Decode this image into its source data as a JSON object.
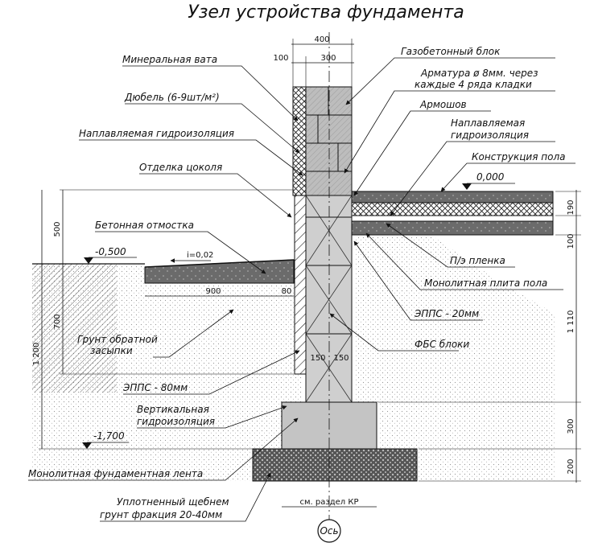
{
  "title": "Узел устройства фундамента",
  "labels_left": {
    "mineral_wool": "Минеральная вата",
    "dowel": "Дюбель (6-9шт/м²)",
    "fused_waterproofing": "Наплавляемая гидроизоляция",
    "plinth_finish": "Отделка цоколя",
    "blind_area": "Бетонная отмостка",
    "backfill_1": "Грунт обратной",
    "backfill_2": "засыпки",
    "epps80": "ЭППС - 80мм",
    "vertical_wp_1": "Вертикальная",
    "vertical_wp_2": "гидроизоляция",
    "strip_foundation": "Монолитная фундаментная лента",
    "gravel_1": "Уплотненный щебнем",
    "gravel_2": "грунт фракция 20-40мм"
  },
  "labels_right": {
    "gas_block": "Газобетонный блок",
    "rebar_1": "Арматура ø 8мм. через",
    "rebar_2": "каждые 4 ряда кладки",
    "armoshov": "Армошов",
    "fused_wp_1": "Наплавляемая",
    "fused_wp_2": "гидроизоляция",
    "floor_construction": "Конструкция пола",
    "pe_film": "П/э пленка",
    "floor_slab": "Монолитная плита пола",
    "epps20": "ЭППС - 20мм",
    "fbs_blocks": "ФБС блоки"
  },
  "levels": {
    "zero": "0,000",
    "minus_050": "-0,500",
    "minus_170": "-1,700",
    "slope": "i=0,02"
  },
  "dimensions": {
    "d400": "400",
    "d100": "100",
    "d300": "300",
    "d190": "190",
    "d100b": "100",
    "d1110": "1 110",
    "d300b": "300",
    "d200": "200",
    "d500": "500",
    "d700": "700",
    "d1200": "1 200",
    "d900": "900",
    "d80": "80",
    "d150a": "150",
    "d150b": "150",
    "see_section": "см. раздел КР"
  },
  "axis_label": "Ось",
  "colors": {
    "ink": "#111111",
    "soil": "#d9d9d9",
    "concrete": "#bdbdbd",
    "dark_fill": "#3a3a3a",
    "wall_hatch": "#9a9a9a"
  }
}
